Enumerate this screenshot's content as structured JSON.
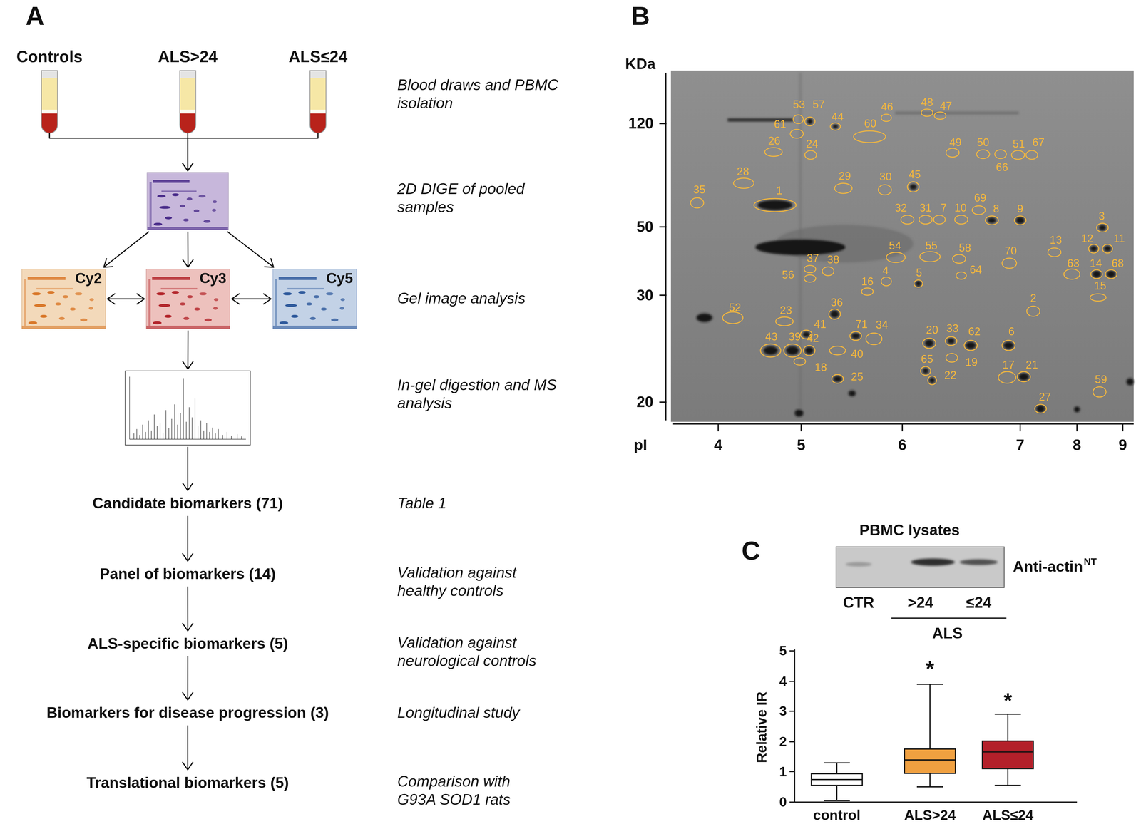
{
  "diagram": {
    "nodes": [
      {
        "text": [
          "Controls"
        ]
      },
      {
        "text": [
          "ALS>24"
        ]
      },
      {
        "text": [
          "ALS≤24"
        ]
      },
      {
        "text": [
          "2D DIGE of pooled samples"
        ]
      },
      {
        "text": [
          "Cy2"
        ]
      },
      {
        "text": [
          "Cy3"
        ]
      },
      {
        "text": [
          "Cy5"
        ]
      },
      {
        "text": [
          "In-gel digestion and MS analysis"
        ]
      },
      {
        "text": [
          "Candidate biomarkers (71)"
        ]
      },
      {
        "text": [
          "Panel of biomarkers (14)"
        ]
      },
      {
        "text": [
          "ALS-specific biomarkers (5)"
        ]
      },
      {
        "text": [
          "Biomarkers for disease progression (3)"
        ]
      },
      {
        "text": [
          "Translational biomarkers (5)"
        ]
      }
    ],
    "edges": [
      {
        "from": 0,
        "to": 3,
        "arrow": "to"
      },
      {
        "from": 1,
        "to": 3,
        "arrow": "to"
      },
      {
        "from": 2,
        "to": 3,
        "arrow": "to"
      },
      {
        "from": 3,
        "to": 4,
        "arrow": "to"
      },
      {
        "from": 3,
        "to": 5,
        "arrow": "to"
      },
      {
        "from": 3,
        "to": 6,
        "arrow": "to"
      },
      {
        "from": 4,
        "to": 5,
        "arrow": "both"
      },
      {
        "from": 5,
        "to": 6,
        "arrow": "both"
      },
      {
        "from": 5,
        "to": 7,
        "arrow": "to"
      },
      {
        "from": 7,
        "to": 8,
        "arrow": "to"
      },
      {
        "from": 8,
        "to": 9,
        "arrow": "to"
      },
      {
        "from": 9,
        "to": 10,
        "arrow": "to"
      },
      {
        "from": 10,
        "to": 11,
        "arrow": "to"
      },
      {
        "from": 11,
        "to": 12,
        "arrow": "to"
      }
    ],
    "labels": [
      "A",
      "Blood draws and PBMC isolation",
      "Gel image analysis",
      "Table 1",
      "Validation against healthy controls",
      "Validation against neurological controls",
      "Longitudinal study",
      "Comparison with G93A SOD1 rats",
      "B",
      "KDa",
      "120",
      "50",
      "30",
      "20",
      "pI",
      "4",
      "5",
      "6",
      "7",
      "8",
      "9",
      "1",
      "2",
      "3",
      "4",
      "5",
      "6",
      "7",
      "8",
      "9",
      "10",
      "11",
      "12",
      "13",
      "14",
      "15",
      "16",
      "17",
      "18",
      "19",
      "20",
      "21",
      "22",
      "23",
      "24",
      "25",
      "26",
      "27",
      "28",
      "29",
      "30",
      "31",
      "32",
      "33",
      "34",
      "35",
      "36",
      "37",
      "38",
      "39",
      "40",
      "41",
      "42",
      "43",
      "44",
      "45",
      "46",
      "47",
      "48",
      "49",
      "50",
      "51",
      "52",
      "53",
      "54",
      "55",
      "56",
      "57",
      "58",
      "59",
      "60",
      "61",
      "62",
      "63",
      "64",
      "65",
      "66",
      "67",
      "68",
      "69",
      "70",
      "71",
      "C",
      "PBMC lysates",
      "Anti-actin",
      "NT",
      "CTR",
      ">24",
      "≤24",
      "ALS",
      "Relative IR",
      "5",
      "4",
      "3",
      "2",
      "1",
      "0",
      "*",
      "*",
      "control",
      "ALS>24",
      "ALS≤24"
    ]
  }
}
